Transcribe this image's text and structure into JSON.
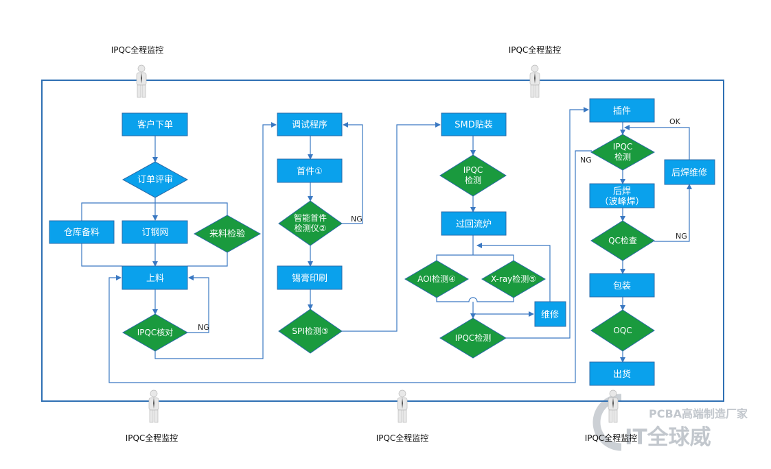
{
  "colors": {
    "box_fill": "#0aa1ec",
    "box_stroke": "#2a6aa8",
    "diamond_green": "#1a9a3e",
    "diamond_blue": "#0aa1ec",
    "line": "#3a78c2",
    "frame": "#2e6fb3",
    "person": "#e4e4e4",
    "watermark": "#bfc5cb"
  },
  "monitors": {
    "top_left": "IPQC全程监控",
    "top_right": "IPQC全程监控",
    "bottom_left": "IPQC全程监控",
    "bottom_mid": "IPQC全程监控",
    "bottom_right": "IPQC全程监控"
  },
  "col1": {
    "order": "客户下单",
    "review": "订单评审",
    "warehouse": "仓库备料",
    "stencil": "订钢网",
    "incoming": "来料检验",
    "feed": "上料",
    "ipqc_check": "IPQC核对",
    "ng": "NG"
  },
  "col2": {
    "debug": "调试程序",
    "first": "首件①",
    "smart_line1": "智能首件",
    "smart_line2": "检测仪②",
    "ng": "NG",
    "paste": "锡膏印刷",
    "spi": "SPI检测③"
  },
  "col3": {
    "smd": "SMD贴装",
    "ipqc_line1": "IPQC",
    "ipqc_line2": "检测",
    "reflow": "过回流炉",
    "aoi": "AOI检测④",
    "xray": "X-ray检测⑤",
    "repair": "维修",
    "ipqc_final": "IPQC检测"
  },
  "col4": {
    "insert": "插件",
    "ipqc_line1": "IPQC",
    "ipqc_line2": "检测",
    "ng": "NG",
    "ok": "OK",
    "rework": "后焊维修",
    "post_line1": "后焊",
    "post_line2": "（波峰焊）",
    "qc": "QC检查",
    "ng2": "NG",
    "pack": "包装",
    "oqc": "OQC",
    "ship": "出货"
  },
  "watermark": {
    "tagline": "PCBA高端制造厂家",
    "brand": "IT全球威"
  }
}
